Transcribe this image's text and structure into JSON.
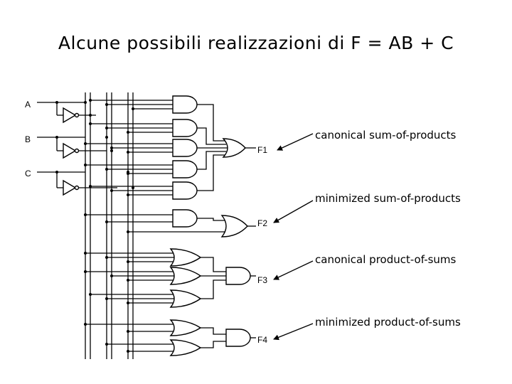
{
  "title": "Alcune possibili realizzazioni di F = AB + C",
  "inputs": {
    "a": "A",
    "b": "B",
    "c": "C"
  },
  "outputs": {
    "f1": "F1",
    "f2": "F2",
    "f3": "F3",
    "f4": "F4"
  },
  "annotations": {
    "canonical_sop": "canonical sum-of-products",
    "minimized_sop": "minimized sum-of-products",
    "canonical_pos": "canonical product-of-sums",
    "minimized_pos": "minimized product-of-sums"
  }
}
